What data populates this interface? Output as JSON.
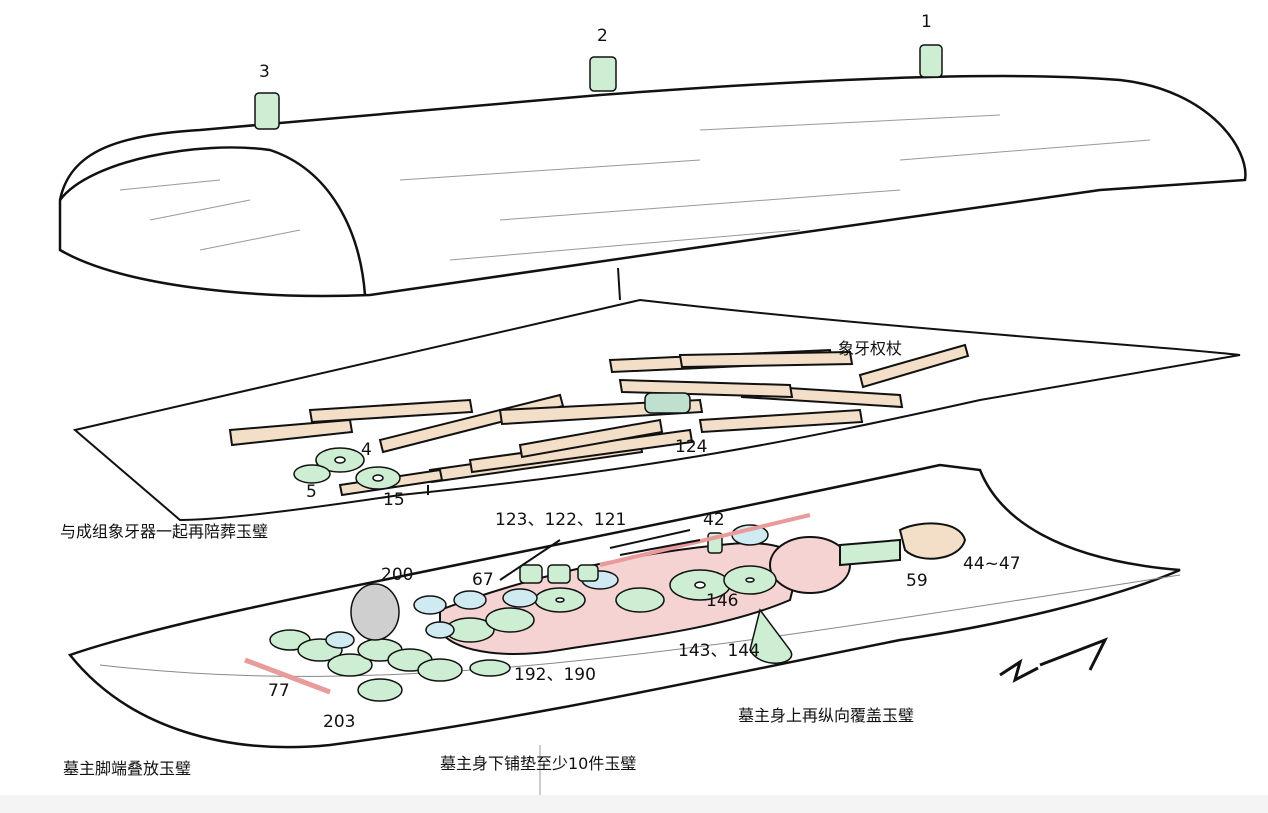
{
  "lid_numbers": [
    "1",
    "2",
    "3"
  ],
  "ivory_layer": {
    "title": "象牙权杖",
    "numbers": [
      "4",
      "5",
      "15",
      "124"
    ],
    "caption": "与成组象牙器一起再陪葬玉璧"
  },
  "coffin_layer": {
    "numbers": [
      "123、122、121",
      "42",
      "200",
      "67",
      "146",
      "59",
      "44~47",
      "77",
      "192、190",
      "143、144",
      "203"
    ],
    "captions": [
      "墓主身上再纵向覆盖玉璧",
      "墓主脚端叠放玉璧",
      "墓主身下铺垫至少10件玉璧"
    ]
  },
  "colors": {
    "jade": "#cdeed3",
    "jade_blue": "#cfeaf0",
    "ivory": "#f3dfc8",
    "body": "#f6d3d3",
    "stone": "#cfcfcf",
    "stick": "#e99a9a"
  }
}
